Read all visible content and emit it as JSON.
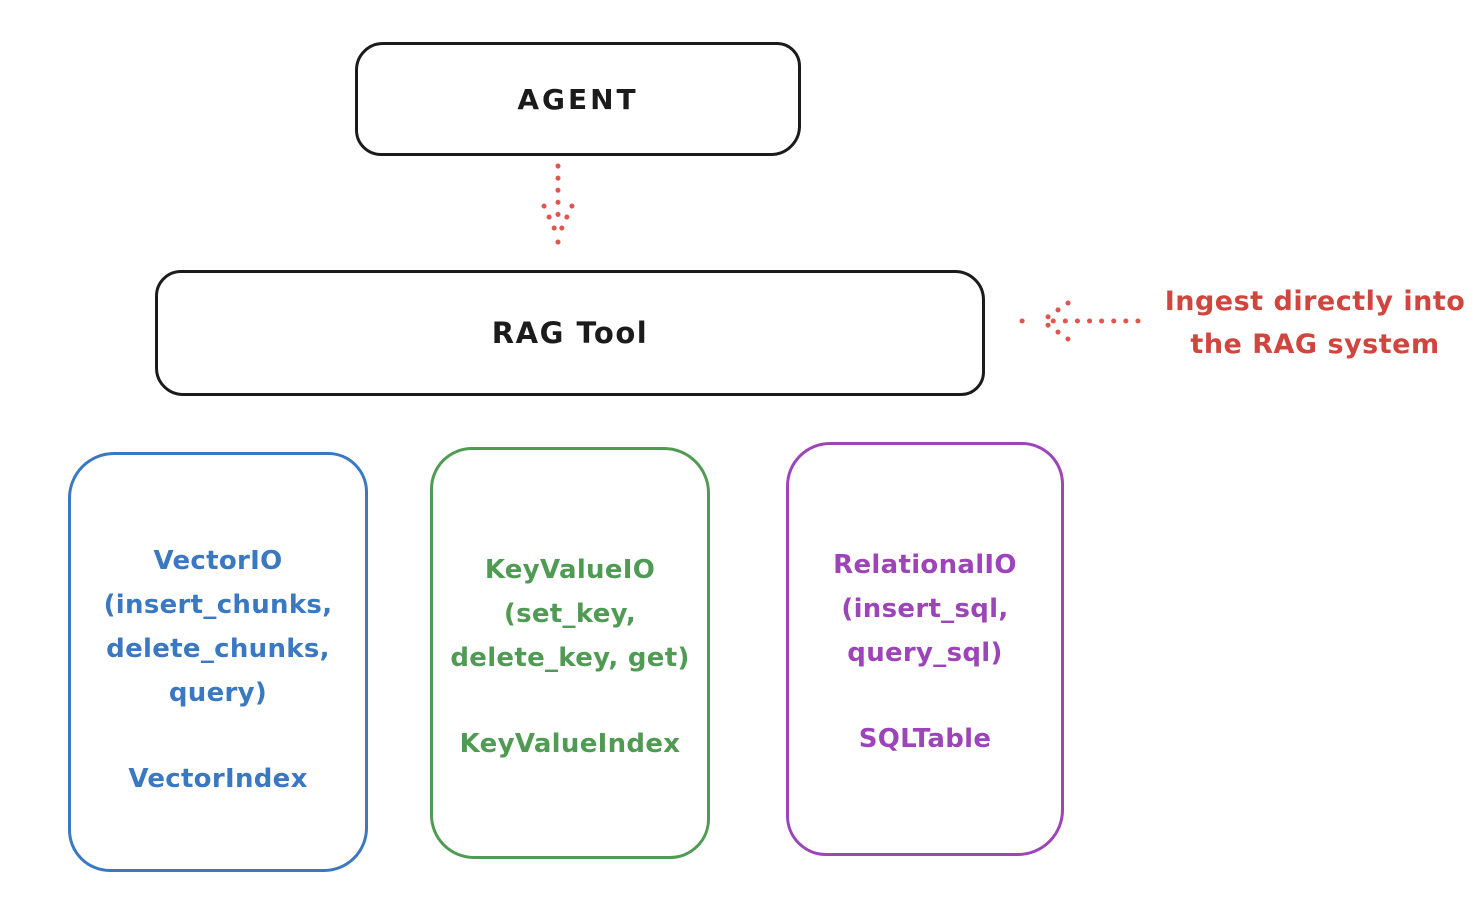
{
  "colors": {
    "ink": "#1b1b1b",
    "red": "#d0453e",
    "red_arrow": "#e0554e",
    "blue": "#3a78c2",
    "green": "#4f9b53",
    "purple": "#9c44b8",
    "background": "#ffffff"
  },
  "nodes": {
    "agent": {
      "label": "AGENT"
    },
    "rag_tool": {
      "label": "RAG Tool"
    }
  },
  "annotation": {
    "text": "Ingest directly into\nthe RAG system"
  },
  "arrows": [
    {
      "name": "agent-to-rag-tool",
      "style": "dotted",
      "direction": "down",
      "color": "#e0554e"
    },
    {
      "name": "ingest-into-rag",
      "style": "dotted",
      "direction": "left",
      "color": "#e0554e"
    }
  ],
  "backends": [
    {
      "id": "vector",
      "color": "#3a78c2",
      "title_block": "VectorIO\n(insert_chunks,\ndelete_chunks,\nquery)",
      "index_label": "VectorIndex"
    },
    {
      "id": "keyvalue",
      "color": "#4f9b53",
      "title_block": "KeyValueIO\n(set_key,\ndelete_key, get)",
      "index_label": "KeyValueIndex"
    },
    {
      "id": "relational",
      "color": "#9c44b8",
      "title_block": "RelationalIO\n(insert_sql,\nquery_sql)",
      "index_label": "SQLTable"
    }
  ]
}
